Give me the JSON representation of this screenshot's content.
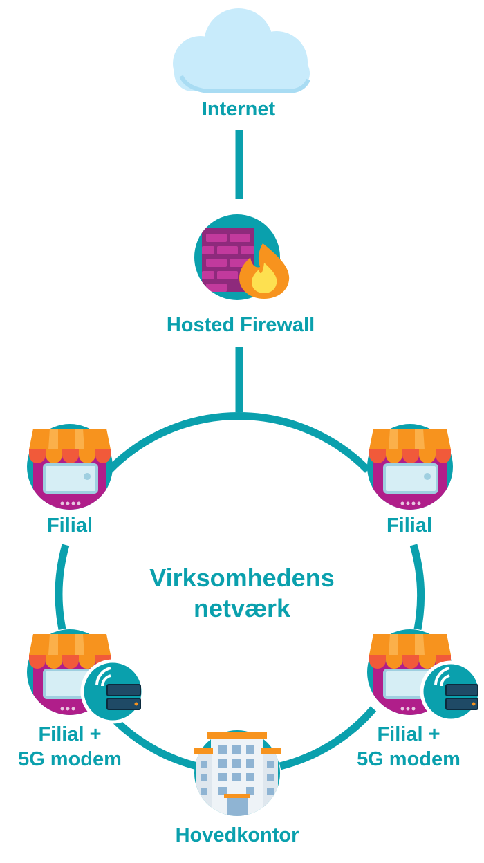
{
  "diagram": {
    "nodes": {
      "internet": {
        "label": "Internet",
        "icon": "cloud-icon"
      },
      "firewall": {
        "label": "Hosted Firewall",
        "icon": "firewall-icon"
      },
      "branch_top_left": {
        "label": "Filial",
        "icon": "shop-icon"
      },
      "branch_top_right": {
        "label": "Filial",
        "icon": "shop-icon"
      },
      "branch_5g_left": {
        "line1": "Filial +",
        "line2": "5G modem",
        "icon": "shop-with-5g-modem-icon"
      },
      "branch_5g_right": {
        "line1": "Filial +",
        "line2": "5G modem",
        "icon": "shop-with-5g-modem-icon"
      },
      "headquarters": {
        "label": "Hovedkontor",
        "icon": "office-building-icon"
      }
    },
    "center": {
      "line1": "Virksomhedens",
      "line2": "netværk"
    },
    "colors": {
      "accent": "#0aa0ad",
      "cloud": "#c8ebfb",
      "wall": "#8e2a7c",
      "flame": "#f7931e",
      "awning_orange": "#f7931e",
      "awning_red": "#f15a3a",
      "shop_body": "#b01e8a",
      "server": "#1f4a66"
    }
  }
}
